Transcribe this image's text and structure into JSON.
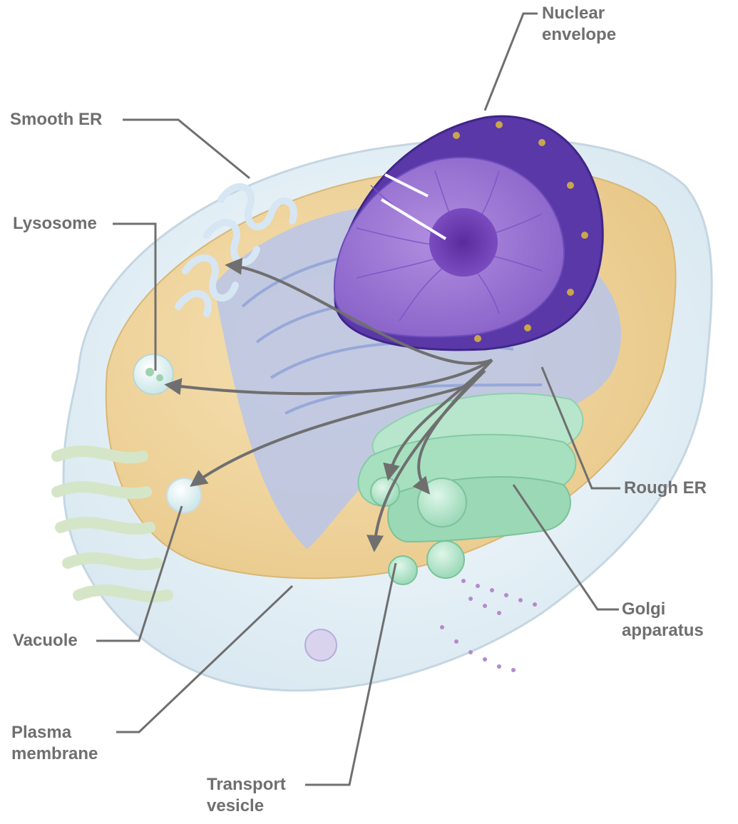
{
  "labels": {
    "nuclear_envelope": {
      "line1": "Nuclear",
      "line2": "envelope"
    },
    "smooth_er": "Smooth ER",
    "lysosome": "Lysosome",
    "rough_er": "Rough ER",
    "golgi": {
      "line1": "Golgi",
      "line2": "apparatus"
    },
    "vacuole": "Vacuole",
    "plasma_membrane": {
      "line1": "Plasma",
      "line2": "membrane"
    },
    "transport_vesicle": {
      "line1": "Transport",
      "line2": "vesicle"
    }
  },
  "colors": {
    "label_text": "#6f6f6f",
    "leader_line": "#6f6f6f",
    "cytoplasm": "#f2d9a6",
    "membrane": "#e6f0f6",
    "er": "#b7c3e6",
    "nucleus": "#6a44b8",
    "nucleoplasm": "#a37fd6",
    "golgi": "#a6e0bf",
    "arrow": "#6f6f6f"
  }
}
